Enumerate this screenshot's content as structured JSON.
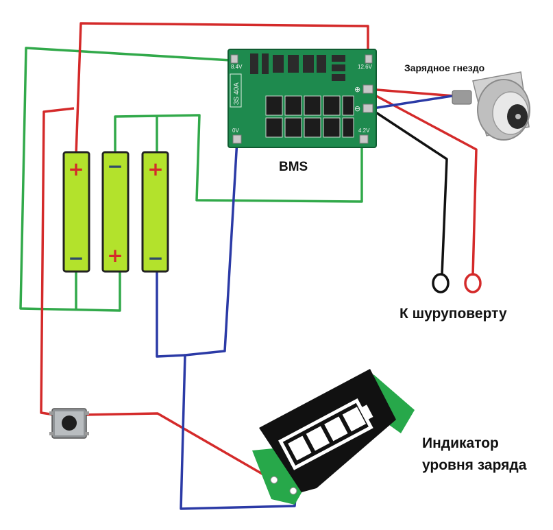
{
  "labels": {
    "bms": "BMS",
    "jack": "Зарядное гнездо",
    "drill": "К шуруповерту",
    "indicator_line1": "Индикатор",
    "indicator_line2": "уровня заряда"
  },
  "board_markings": {
    "model": "3S 40A",
    "v84": "8.4V",
    "v126": "12.6V",
    "v0": "0V",
    "v42": "4.2V",
    "plus": "⊕",
    "minus": "⊖"
  },
  "cells": [
    {
      "top": "+",
      "bottom": "−"
    },
    {
      "top": "−",
      "bottom": "+"
    },
    {
      "top": "+",
      "bottom": "−"
    }
  ],
  "colors": {
    "red_wire": "#d42a2a",
    "green_wire": "#31a94a",
    "blue_wire": "#2b3aa6",
    "black_wire": "#111111",
    "cell_fill": "#b3e22c",
    "pcb": "#1e8a4e",
    "indicator_bar": "#ffffff",
    "indicator_body": "#111111"
  },
  "icons": [
    "push-button-icon",
    "dc-jack-icon"
  ]
}
